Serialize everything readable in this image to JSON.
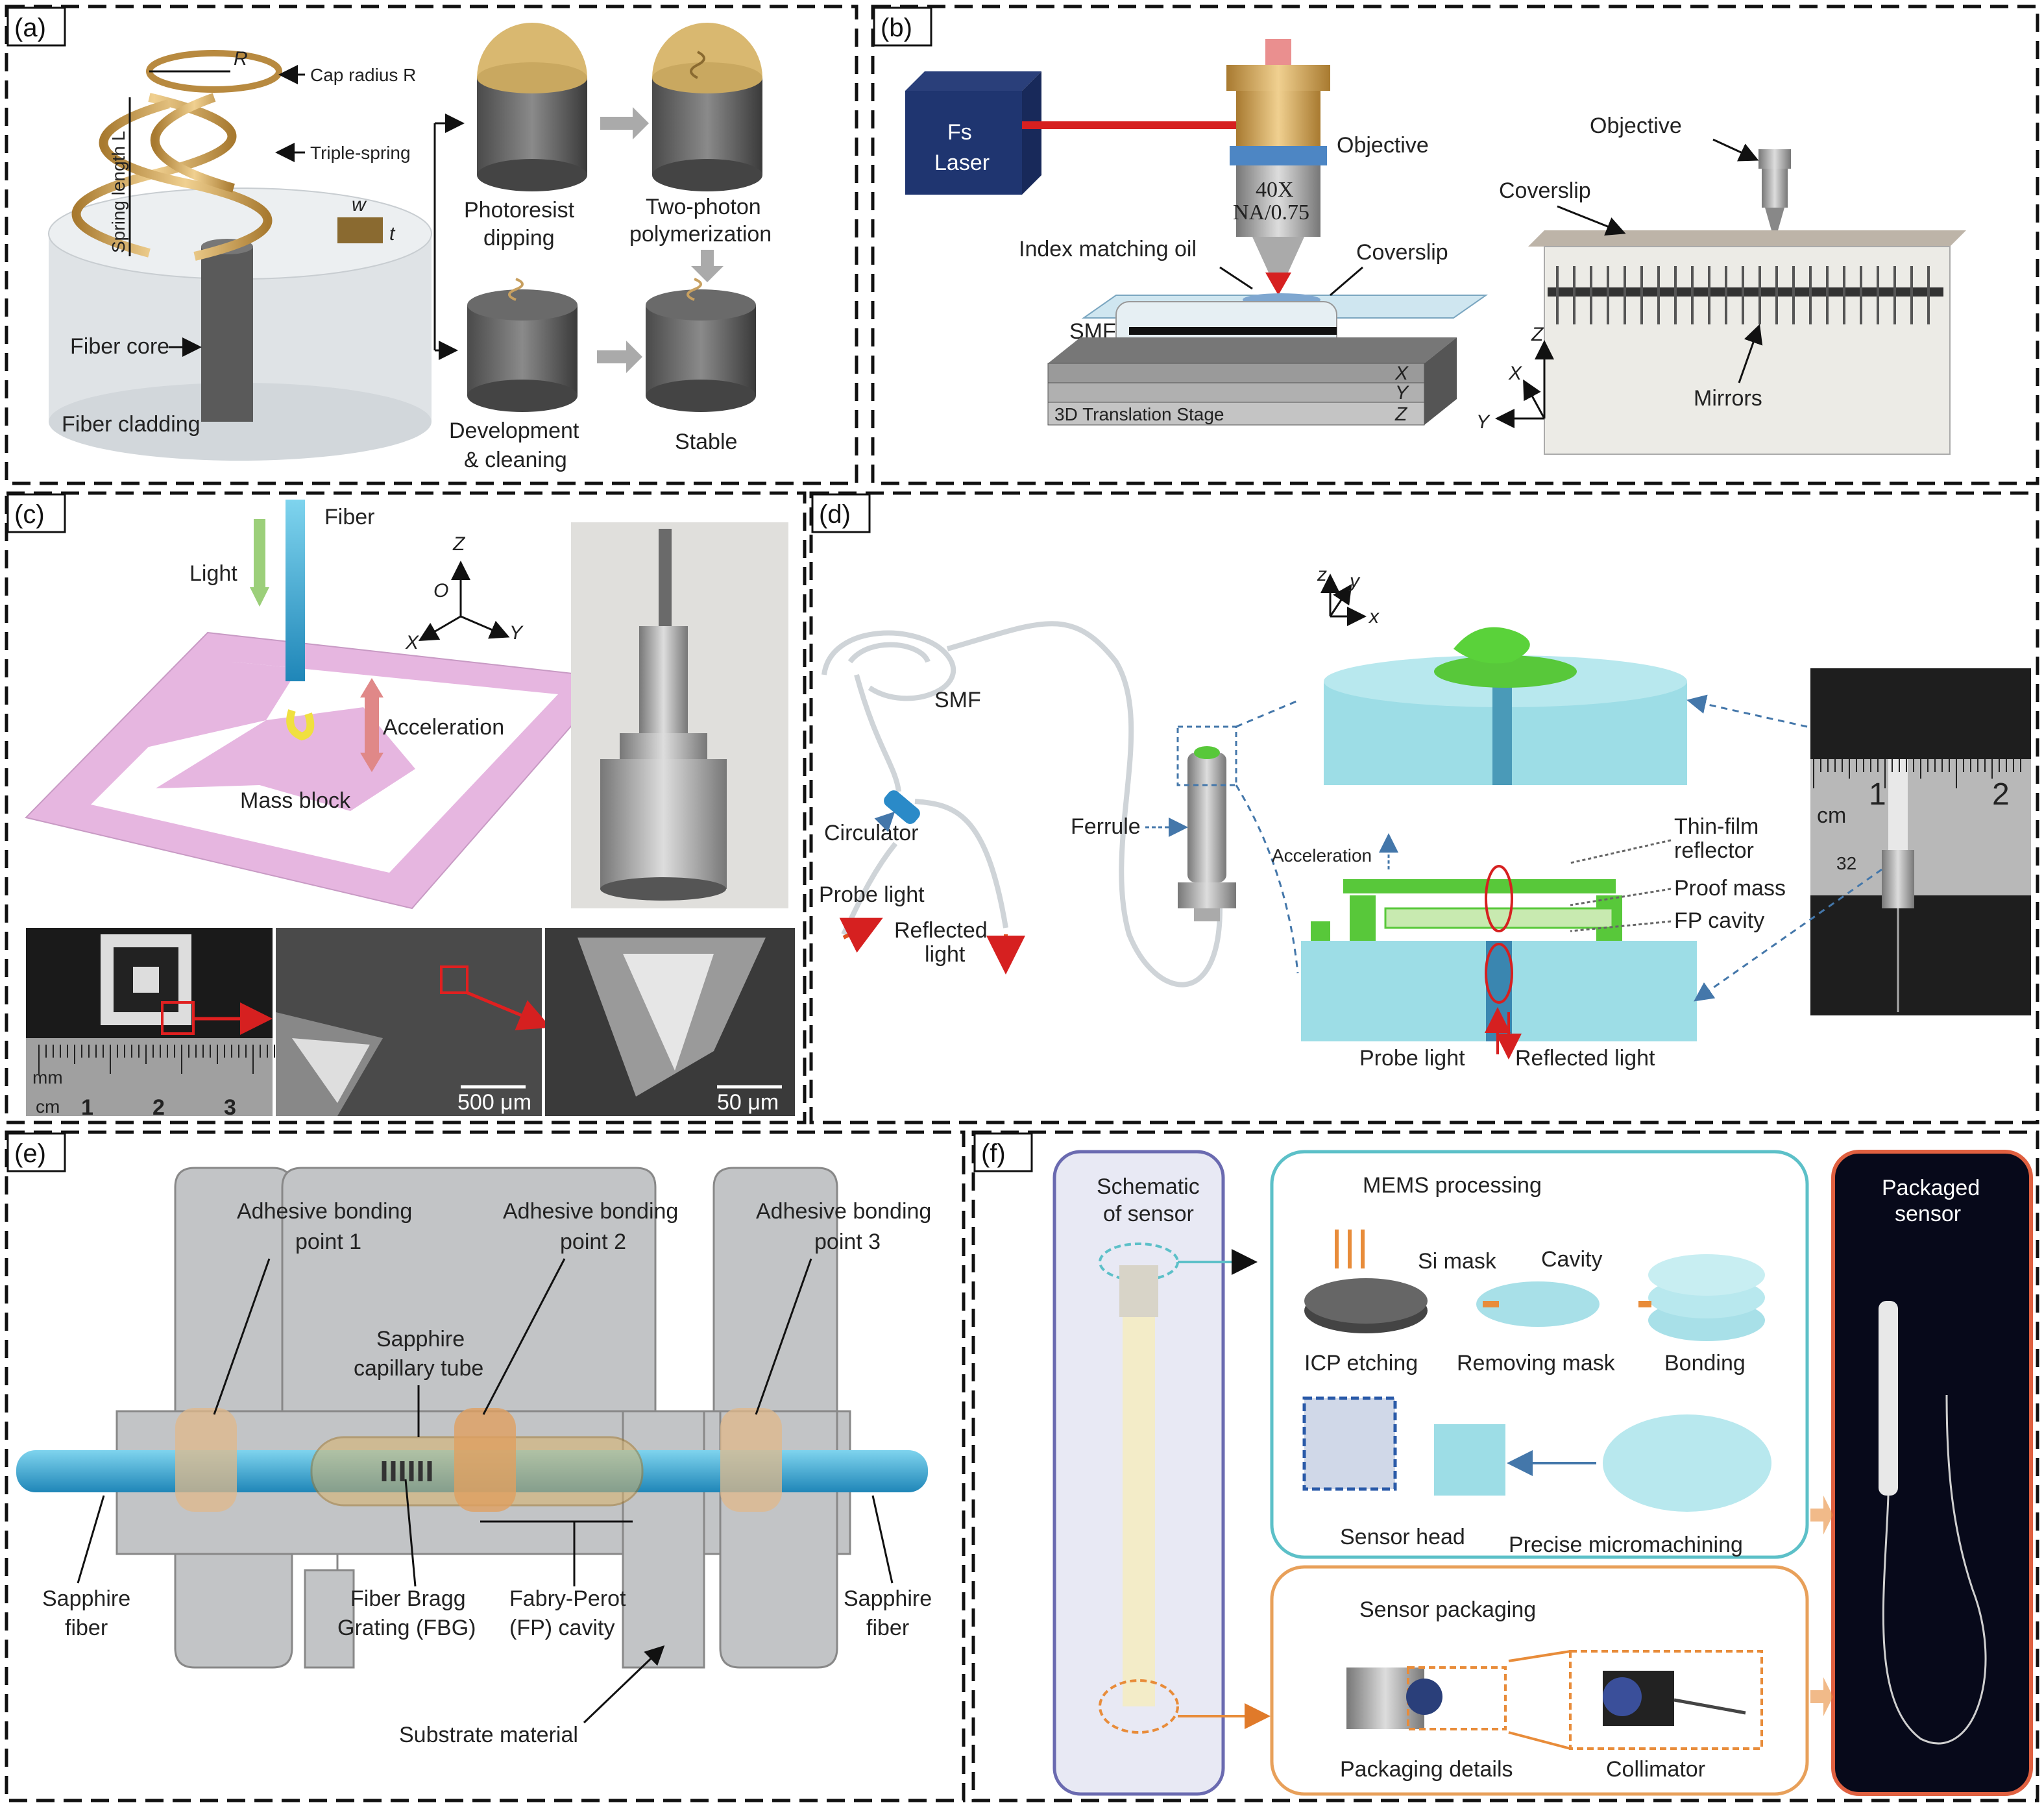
{
  "colors": {
    "laser": "#d62020",
    "gold": "#c8a060",
    "fiber_blue": "#2aa3d0",
    "pink": "#e6b8e0",
    "green": "#58c83a",
    "cyan": "#9ddde6",
    "orange": "#e88c3a",
    "teal": "#5cc0c8",
    "purple": "#6a6ab0"
  },
  "a": {
    "tag": "(a)",
    "R": "R",
    "cap_radius": "Cap radius R",
    "spring_length": "Spring length L",
    "triple_spring": "Triple-spring",
    "w": "w",
    "t": "t",
    "fiber_core": "Fiber core",
    "fiber_cladding": "Fiber cladding",
    "step1a": "Photoresist",
    "step1b": "dipping",
    "step2a": "Two-photon",
    "step2b": "polymerization",
    "step3a": "Development",
    "step3b": "& cleaning",
    "step4": "Stable"
  },
  "b": {
    "tag": "(b)",
    "laser_a": "Fs",
    "laser_b": "Laser",
    "objective": "Objective",
    "obj_mag": "40X",
    "obj_na": "NA/0.75",
    "index_oil": "Index matching oil",
    "coverslip": "Coverslip",
    "smf": "SMF",
    "stage": "3D Translation Stage",
    "x": "X",
    "y": "Y",
    "z": "Z",
    "objective2": "Objective",
    "coverslip2": "Coverslip",
    "mirrors": "Mirrors"
  },
  "c": {
    "tag": "(c)",
    "fiber": "Fiber",
    "light": "Light",
    "z": "Z",
    "o": "O",
    "x": "X",
    "y": "Y",
    "acceleration": "Acceleration",
    "mass_block": "Mass block",
    "mm": "mm",
    "cm": "cm",
    "n1": "1",
    "n2": "2",
    "n3": "3",
    "scale1": "500 μm",
    "scale2": "50 μm"
  },
  "d": {
    "tag": "(d)",
    "smf": "SMF",
    "circulator": "Circulator",
    "probe_light": "Probe light",
    "reflected_a": "Reflected",
    "reflected_b": "light",
    "ferrule": "Ferrule",
    "z": "z",
    "y": "y",
    "x": "x",
    "acceleration": "Acceleration",
    "thin_film_a": "Thin-film",
    "thin_film_b": "reflector",
    "proof_mass": "Proof mass",
    "fp_cavity": "FP cavity",
    "probe_light2": "Probe light",
    "reflected_light2": "Reflected light",
    "ruler_cm": "cm",
    "ruler_1": "1",
    "ruler_2": "2",
    "ruler_32": "32"
  },
  "e": {
    "tag": "(e)",
    "adh1a": "Adhesive bonding",
    "adh1b": "point 1",
    "adh2a": "Adhesive bonding",
    "adh2b": "point 2",
    "adh3a": "Adhesive bonding",
    "adh3b": "point 3",
    "capa": "Sapphire",
    "capb": "capillary tube",
    "sf_la": "Sapphire",
    "sf_lb": "fiber",
    "sf_ra": "Sapphire",
    "sf_rb": "fiber",
    "fbg_a": "Fiber Bragg",
    "fbg_b": "Grating (FBG)",
    "fp_a": "Fabry-Perot",
    "fp_b": "(FP) cavity",
    "substrate": "Substrate material"
  },
  "f": {
    "tag": "(f)",
    "schem_a": "Schematic",
    "schem_b": "of sensor",
    "mems": "MEMS processing",
    "si_mask": "Si mask",
    "cavity": "Cavity",
    "icp": "ICP etching",
    "removing": "Removing mask",
    "bonding": "Bonding",
    "sensor_head": "Sensor head",
    "micromachining": "Precise micromachining",
    "packaging": "Sensor packaging",
    "pack_details": "Packaging details",
    "collimator": "Collimator",
    "packaged_a": "Packaged",
    "packaged_b": "sensor"
  }
}
